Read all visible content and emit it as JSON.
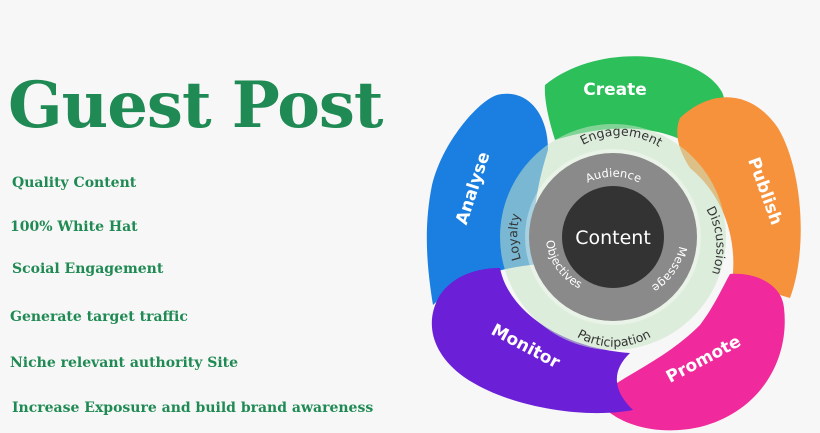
{
  "headline": "Guest Post",
  "features": [
    "Quality Content",
    "100% White Hat",
    "Scoial Engagement",
    "Generate target traffic",
    "Niche relevant authority Site",
    "Increase Exposure and build brand awareness"
  ],
  "cycle": {
    "petals": [
      {
        "label": "Create",
        "color": "#2cbf5a"
      },
      {
        "label": "Publish",
        "color": "#f7923c"
      },
      {
        "label": "Promote",
        "color": "#f02a9c"
      },
      {
        "label": "Monitor",
        "color": "#6b1fd6"
      },
      {
        "label": "Analyse",
        "color": "#1a7fe0"
      }
    ],
    "outer_ring": [
      "Engagement",
      "Discussion",
      "Participation",
      "Loyalty"
    ],
    "inner_ring": [
      "Audience",
      "Message",
      "Objectives"
    ],
    "core": "Content",
    "colors": {
      "outer_ring": "#c9e6c6",
      "inner_ring": "#8a8a8a",
      "core": "#333333"
    }
  }
}
